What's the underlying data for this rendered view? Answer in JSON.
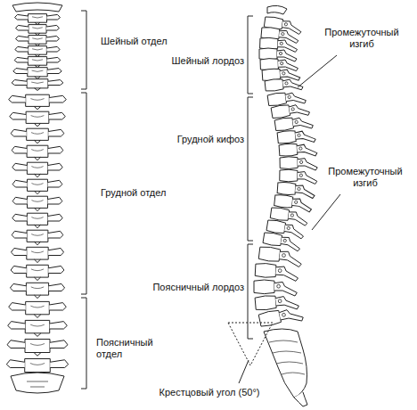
{
  "diagram": {
    "labels": [
      "Шейный отдел",
      "Грудной отдел",
      "Поясничный отдел",
      "Шейный лордоз",
      "Грудной кифоз",
      "Поясничный лордоз",
      "Промежуточный изгиб",
      "Промежуточный изгиб",
      "Крестцовый угол (50°)"
    ]
  }
}
